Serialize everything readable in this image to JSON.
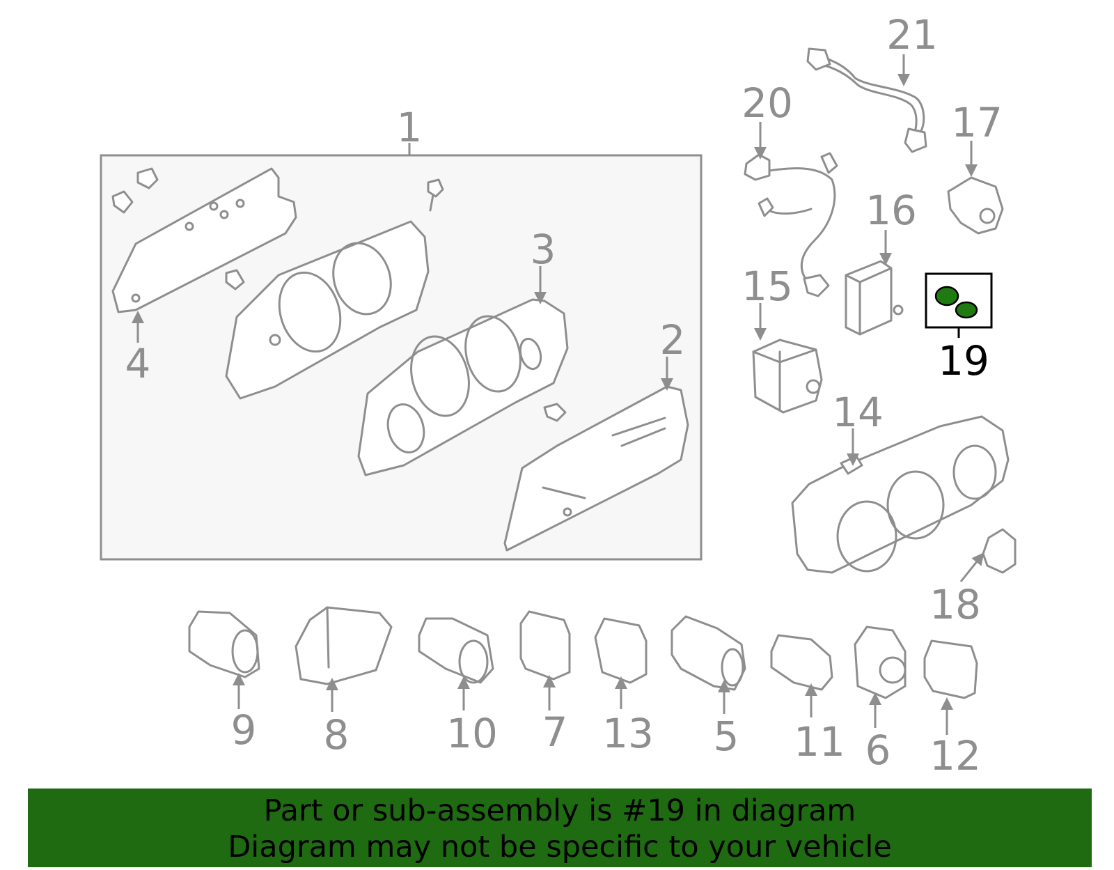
{
  "callouts": {
    "c1": "1",
    "c2": "2",
    "c3": "3",
    "c4": "4",
    "c5": "5",
    "c6": "6",
    "c7": "7",
    "c8": "8",
    "c9": "9",
    "c10": "10",
    "c11": "11",
    "c12": "12",
    "c13": "13",
    "c14": "14",
    "c15": "15",
    "c16": "16",
    "c17": "17",
    "c18": "18",
    "c19": "19",
    "c20": "20",
    "c21": "21"
  },
  "highlighted_part": "19",
  "colors": {
    "line": "#8e8e8e",
    "highlight": "#1f7a12",
    "banner_bg": "#1f6b12",
    "banner_text": "#000000"
  },
  "banner": {
    "line1": "Part or sub-assembly is #19 in diagram",
    "line2": "Diagram may not be specific to your vehicle"
  }
}
